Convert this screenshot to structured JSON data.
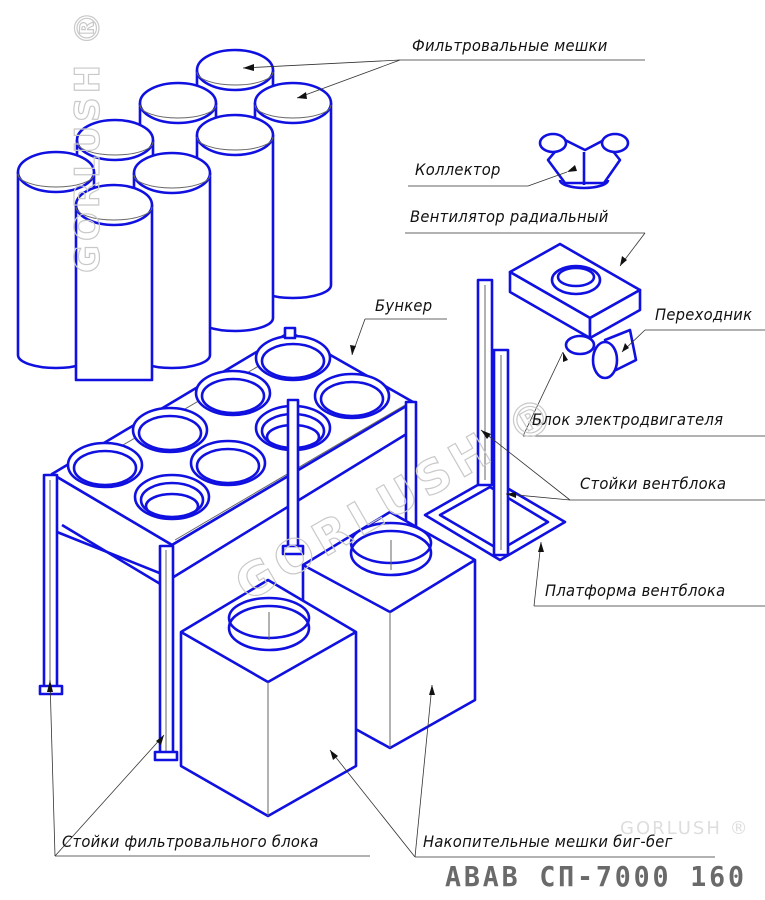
{
  "drawing": {
    "title": "АВАВ СП-7000  160",
    "accent_color": "#1010e0",
    "watermark": "GORLUSH",
    "watermark_mark": "®"
  },
  "callouts": [
    {
      "id": "filter-bags",
      "text": "Фильтровальные мешки"
    },
    {
      "id": "collector",
      "text": "Коллектор"
    },
    {
      "id": "radial-fan",
      "text": "Вентилятор радиальный"
    },
    {
      "id": "bunker",
      "text": "Бункер"
    },
    {
      "id": "adapter",
      "text": "Переходник"
    },
    {
      "id": "motor-block",
      "text": "Блок электродвигателя"
    },
    {
      "id": "fan-stands",
      "text": "Стойки вентблока"
    },
    {
      "id": "fan-platform",
      "text": "Платформа вентблока"
    },
    {
      "id": "filter-stands",
      "text": "Стойки фильтровального блока"
    },
    {
      "id": "bigbag-bags",
      "text": "Накопительные мешки биг-бег"
    }
  ]
}
